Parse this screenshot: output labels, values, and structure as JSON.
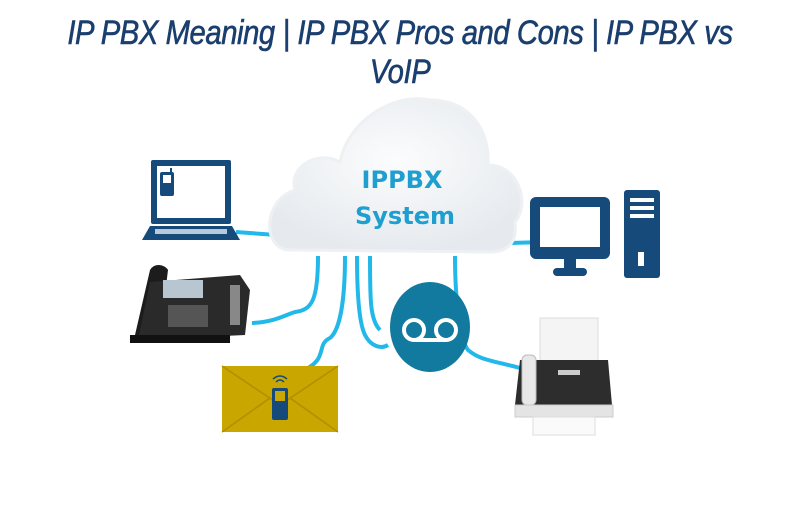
{
  "title": "IP PBX Meaning | IP PBX Pros and Cons | IP PBX vs VoIP",
  "diagram": {
    "center": {
      "line1": "IPPBX",
      "line2": "System"
    },
    "nodes": [
      "laptop-icon",
      "desk-phone",
      "envelope-mobile-icon",
      "voicemail-icon",
      "fax-machine",
      "desktop-computer-icon"
    ]
  },
  "colors": {
    "title": "#1a3e6e",
    "cable": "#22b8ea",
    "icon": "#164a7a",
    "cloud_text": "#1f9fd0",
    "voicemail": "#12799f",
    "envelope": "#c9a600"
  }
}
